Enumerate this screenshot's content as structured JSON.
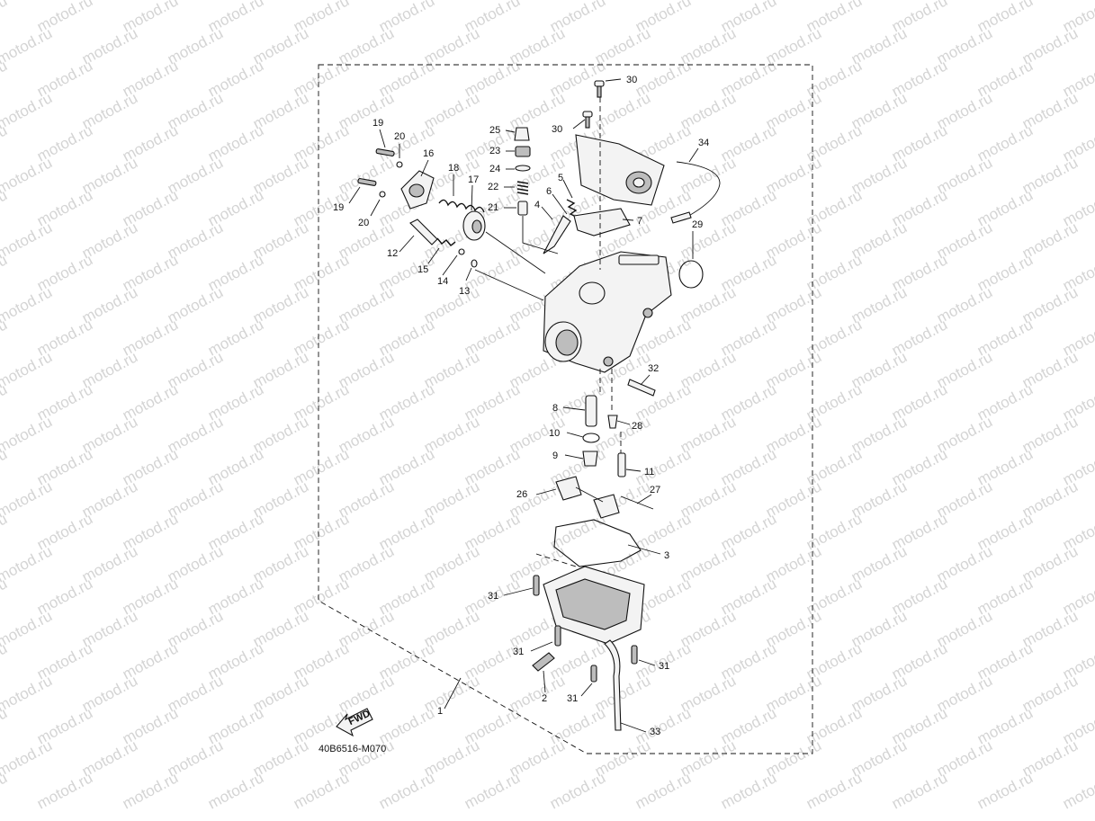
{
  "watermark": {
    "text": "motod.ru",
    "color": "#d4d4d4"
  },
  "diagram": {
    "drawing_code": "40B6516-M070",
    "fwd_label": "FWD",
    "callouts": [
      {
        "id": "c30a",
        "label": "30"
      },
      {
        "id": "c30b",
        "label": "30"
      },
      {
        "id": "c34",
        "label": "34"
      },
      {
        "id": "c19a",
        "label": "19"
      },
      {
        "id": "c20a",
        "label": "20"
      },
      {
        "id": "c16",
        "label": "16"
      },
      {
        "id": "c18",
        "label": "18"
      },
      {
        "id": "c17",
        "label": "17"
      },
      {
        "id": "c25",
        "label": "25"
      },
      {
        "id": "c23",
        "label": "23"
      },
      {
        "id": "c24",
        "label": "24"
      },
      {
        "id": "c22",
        "label": "22"
      },
      {
        "id": "c21",
        "label": "21"
      },
      {
        "id": "c5",
        "label": "5"
      },
      {
        "id": "c6",
        "label": "6"
      },
      {
        "id": "c4",
        "label": "4"
      },
      {
        "id": "c7",
        "label": "7"
      },
      {
        "id": "c29",
        "label": "29"
      },
      {
        "id": "c19b",
        "label": "19"
      },
      {
        "id": "c20b",
        "label": "20"
      },
      {
        "id": "c12",
        "label": "12"
      },
      {
        "id": "c15",
        "label": "15"
      },
      {
        "id": "c14",
        "label": "14"
      },
      {
        "id": "c13",
        "label": "13"
      },
      {
        "id": "c32",
        "label": "32"
      },
      {
        "id": "c8",
        "label": "8"
      },
      {
        "id": "c28",
        "label": "28"
      },
      {
        "id": "c10",
        "label": "10"
      },
      {
        "id": "c9",
        "label": "9"
      },
      {
        "id": "c11",
        "label": "11"
      },
      {
        "id": "c26",
        "label": "26"
      },
      {
        "id": "c27",
        "label": "27"
      },
      {
        "id": "c3",
        "label": "3"
      },
      {
        "id": "c31a",
        "label": "31"
      },
      {
        "id": "c31b",
        "label": "31"
      },
      {
        "id": "c31c",
        "label": "31"
      },
      {
        "id": "c2",
        "label": "2"
      },
      {
        "id": "c31d",
        "label": "31"
      },
      {
        "id": "c1",
        "label": "1"
      },
      {
        "id": "c33",
        "label": "33"
      }
    ]
  }
}
